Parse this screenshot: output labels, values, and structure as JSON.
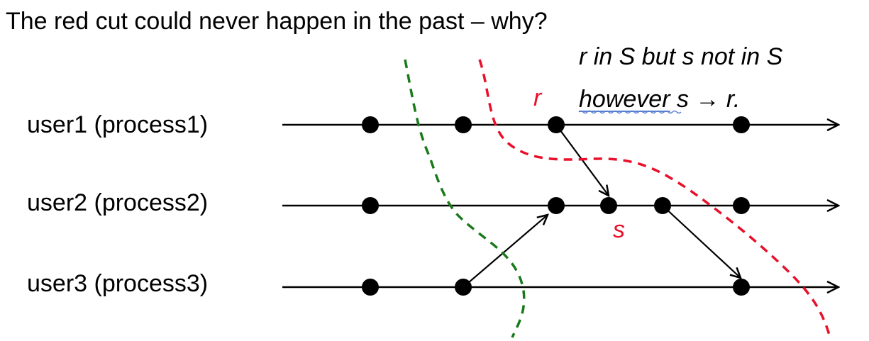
{
  "question": "The red cut could never happen in the past – why?",
  "notes": {
    "line1": "r in S but s not in S",
    "line2_word": "however",
    "line2_rest": " s → r."
  },
  "processes": [
    "user1 (process1)",
    "user2 (process2)",
    "user3 (process3)"
  ],
  "event_labels": {
    "r": "r",
    "s": "s"
  },
  "colors": {
    "red_cut": "#e8102a",
    "green_cut": "#1a7a1a",
    "event_label": "#e8102a",
    "underline": "#5b7fd1"
  }
}
